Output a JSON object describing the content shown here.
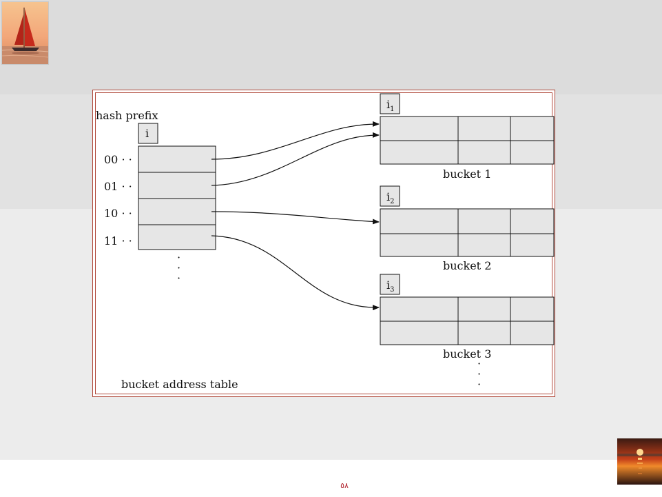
{
  "diagram": {
    "hash_prefix_label": "hash prefix",
    "global_depth_label": "i",
    "table_entries": [
      "00 · ·",
      "01 · ·",
      "10 · ·",
      "11 · ·"
    ],
    "table_ellipsis": "·",
    "table_caption": "bucket address table",
    "buckets": [
      {
        "depth_base": "i",
        "depth_sub": "1",
        "caption": "bucket 1"
      },
      {
        "depth_base": "i",
        "depth_sub": "2",
        "caption": "bucket 2"
      },
      {
        "depth_base": "i",
        "depth_sub": "3",
        "caption": "bucket 3"
      }
    ],
    "bucket_ellipsis": "·",
    "pointers": [
      {
        "from": "00 · ·",
        "to": "bucket 1"
      },
      {
        "from": "01 · ·",
        "to": "bucket 1"
      },
      {
        "from": "10 · ·",
        "to": "bucket 2"
      },
      {
        "from": "11 · ·",
        "to": "bucket 3"
      }
    ]
  },
  "colors": {
    "frame_border": "#b0483a",
    "cell_fill": "#e6e6e6",
    "page_number": "#b0202a"
  },
  "icons": {
    "top_left_logo": "sailboat-logo",
    "bottom_right_logo": "sunset-logo"
  },
  "footer": {
    "page_number": "٥٨"
  }
}
